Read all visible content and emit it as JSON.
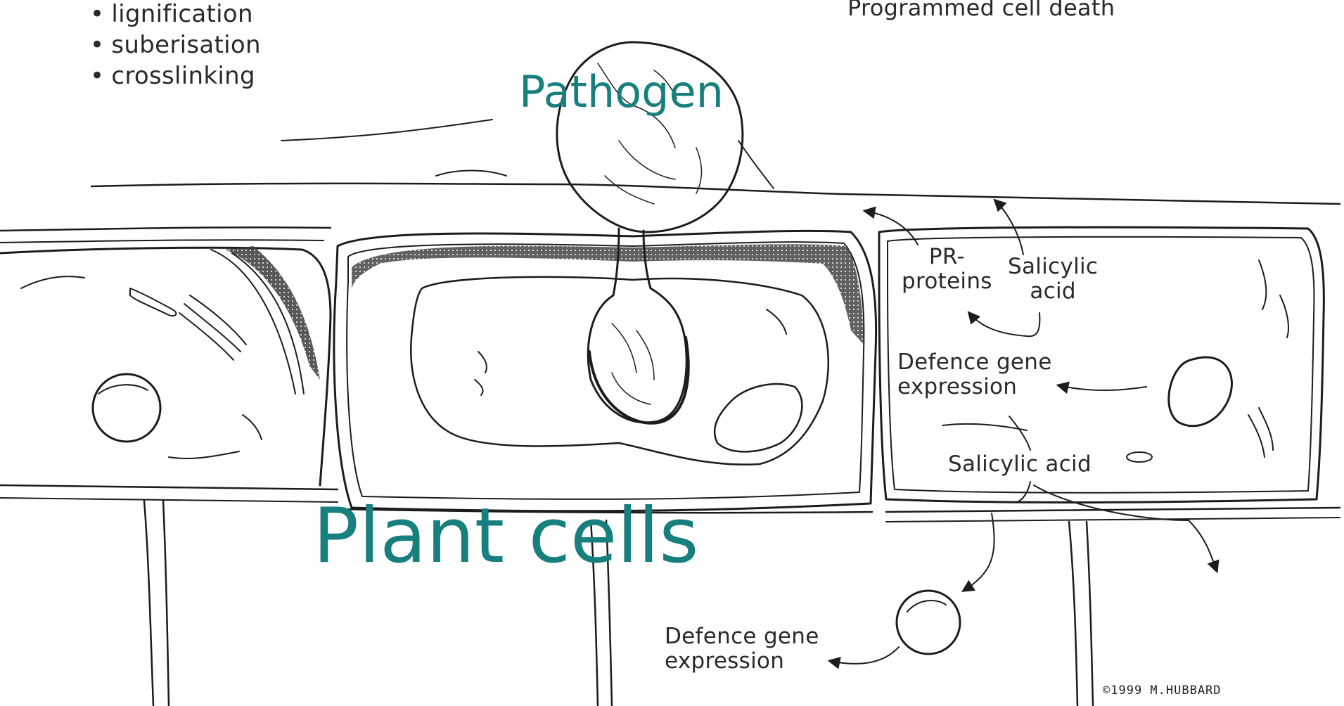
{
  "top_left_list": [
    "lignification",
    "suberisation",
    "crosslinking"
  ],
  "top_right_label": "Programmed cell death",
  "pathogen_label": "Pathogen",
  "plant_cells_label": "Plant cells",
  "pr_proteins_label": [
    "PR-",
    "proteins"
  ],
  "salicylic_acid_top": [
    "Salicylic",
    "acid"
  ],
  "defence_gene_right": [
    "Defence gene",
    "expression"
  ],
  "salicylic_acid_mid": "Salicylic acid",
  "defence_gene_bottom": [
    "Defence gene",
    "expression"
  ],
  "signature": "©1999 M.HUBBARD",
  "colors": {
    "accent_label": "#17807e",
    "ink": "#1c1c1c"
  }
}
